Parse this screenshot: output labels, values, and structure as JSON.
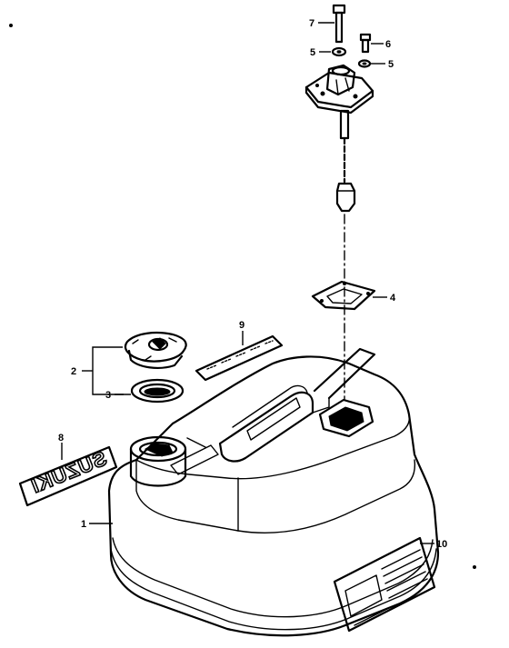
{
  "callouts": {
    "c1": "1",
    "c2": "2",
    "c3": "3",
    "c4": "4",
    "c5a": "5",
    "c5b": "5",
    "c6": "6",
    "c7": "7",
    "c8": "8",
    "c9": "9",
    "c10": "10"
  },
  "brand_emblem": "SUZUKI"
}
